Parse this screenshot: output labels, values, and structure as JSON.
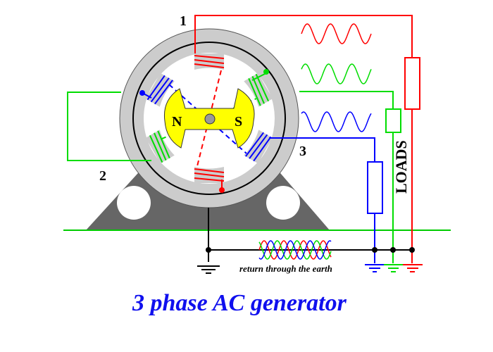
{
  "title": "3 phase AC generator",
  "phase_labels": [
    "1",
    "2",
    "3"
  ],
  "pole_labels": {
    "north": "N",
    "south": "S"
  },
  "loads_label": "LOADS",
  "earth_caption": "return through the earth",
  "colors": {
    "phase1": "#ff0000",
    "phase2": "#00dd00",
    "phase3": "#0000ff",
    "stator": "#cccccc",
    "base": "#666666",
    "rotor": "#ffff00",
    "title": "#1010ee"
  }
}
